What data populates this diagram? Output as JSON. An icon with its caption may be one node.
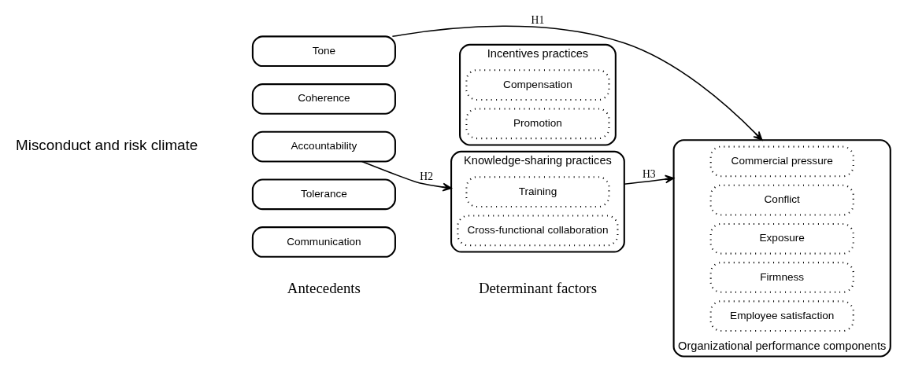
{
  "diagram": {
    "nodes": [
      {
        "text": [
          "Tone"
        ]
      },
      {
        "text": [
          "Coherence"
        ]
      },
      {
        "text": [
          "Accountability"
        ]
      },
      {
        "text": [
          "Tolerance"
        ]
      },
      {
        "text": [
          "Communication"
        ]
      },
      {
        "text": [
          "Incentives practices"
        ]
      },
      {
        "text": [
          "Compensation"
        ],
        "in": 5
      },
      {
        "text": [
          "Promotion"
        ],
        "in": 5
      },
      {
        "text": [
          "Knowledge-sharing practices"
        ]
      },
      {
        "text": [
          "Training"
        ],
        "in": 8
      },
      {
        "text": [
          "Cross-functional collaboration"
        ],
        "in": 8
      },
      {
        "text": [
          "Organizational performance components"
        ]
      },
      {
        "text": [
          "Commercial pressure"
        ],
        "in": 11
      },
      {
        "text": [
          "Conflict"
        ],
        "in": 11
      },
      {
        "text": [
          "Exposure"
        ],
        "in": 11
      },
      {
        "text": [
          "Firmness"
        ],
        "in": 11
      },
      {
        "text": [
          "Employee satisfaction"
        ],
        "in": 11
      }
    ],
    "edges": [
      {
        "from": 0,
        "to": 11,
        "arrow": "to",
        "label": "H1"
      },
      {
        "from": 2,
        "to": 8,
        "arrow": "to",
        "label": "H2"
      },
      {
        "from": 8,
        "to": 11,
        "arrow": "to",
        "label": "H3"
      }
    ],
    "labels": [
      "Misconduct and risk climate",
      "Antecedents",
      "Determinant factors"
    ]
  }
}
